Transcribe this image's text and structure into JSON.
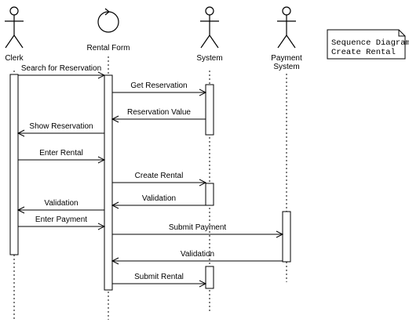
{
  "diagram": {
    "type": "sequence",
    "note": {
      "lines": [
        "Sequence Diagram",
        "Create Rental"
      ]
    },
    "participants": [
      {
        "id": "clerk",
        "kind": "actor",
        "label": [
          "Clerk"
        ]
      },
      {
        "id": "rental_form",
        "kind": "control",
        "label": [
          "Rental Form"
        ]
      },
      {
        "id": "system",
        "kind": "actor",
        "label": [
          "System"
        ]
      },
      {
        "id": "payment_system",
        "kind": "actor",
        "label": [
          "Payment",
          "System"
        ]
      }
    ],
    "messages": [
      {
        "from": "clerk",
        "to": "rental_form",
        "label": "Search for Reservation"
      },
      {
        "from": "rental_form",
        "to": "system",
        "label": "Get Reservation"
      },
      {
        "from": "system",
        "to": "rental_form",
        "label": "Reservation Value"
      },
      {
        "from": "rental_form",
        "to": "clerk",
        "label": "Show Reservation"
      },
      {
        "from": "clerk",
        "to": "rental_form",
        "label": "Enter Rental"
      },
      {
        "from": "rental_form",
        "to": "system",
        "label": "Create Rental"
      },
      {
        "from": "system",
        "to": "rental_form",
        "label": "Validation"
      },
      {
        "from": "rental_form",
        "to": "clerk",
        "label": "Validation"
      },
      {
        "from": "clerk",
        "to": "rental_form",
        "label": "Enter Payment"
      },
      {
        "from": "rental_form",
        "to": "payment_system",
        "label": "Submit Payment"
      },
      {
        "from": "payment_system",
        "to": "rental_form",
        "label": "Validation"
      },
      {
        "from": "rental_form",
        "to": "system",
        "label": "Submit Rental"
      }
    ]
  }
}
